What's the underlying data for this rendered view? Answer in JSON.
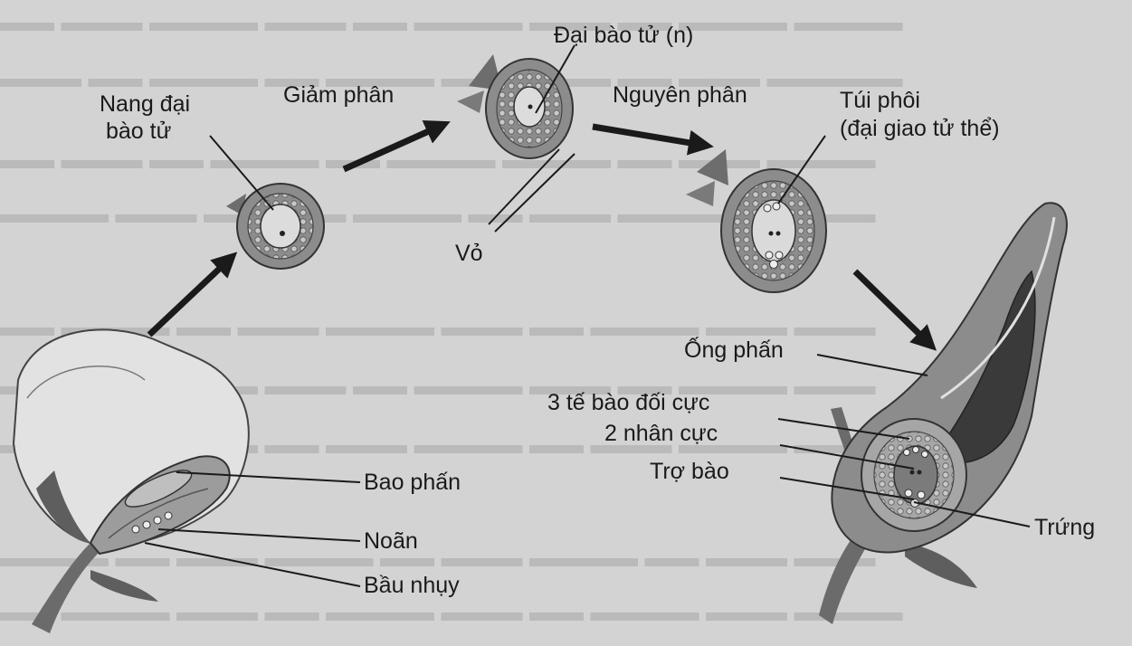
{
  "labels": {
    "nang_dai_bao_tu": [
      "Nang đại",
      "bào tử"
    ],
    "giam_phan": "Giảm phân",
    "dai_bao_tu": "Đại bào tử (n)",
    "nguyen_phan": "Nguyên phân",
    "tui_phoi": [
      "Túi phôi",
      "(đại giao tử thể)"
    ],
    "vo": "Vỏ",
    "ong_phan": "Ống phấn",
    "te_bao_doi_cuc": "3 tế bào đối cực",
    "nhan_cuc": "2 nhân cực",
    "tro_bao": "Trợ bào",
    "trung": "Trứng",
    "bao_phan": "Bao phấn",
    "noan": "Noãn",
    "bau_nhuy": "Bầu nhụy"
  },
  "colors": {
    "background": "#d3d3d3",
    "ink": "#1a1a1a",
    "tissue": "#8c8c8c",
    "tissue_dark": "#5a5a5a",
    "tissue_light": "#c4c4c4",
    "pollen_tube_fill": "#3a3a3a"
  }
}
